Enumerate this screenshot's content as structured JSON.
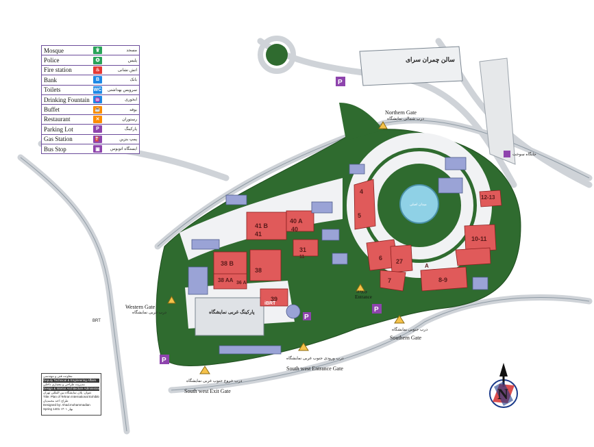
{
  "legend": [
    {
      "en": "Mosque",
      "fa": "مسجد",
      "icon": "mosque-icon",
      "glyph": "۩",
      "color": "#2aa35a"
    },
    {
      "en": "Police",
      "fa": "پلیس",
      "icon": "police-icon",
      "glyph": "✪",
      "color": "#2aa35a"
    },
    {
      "en": "Fire station",
      "fa": "آتش نشانی",
      "icon": "fire-station-icon",
      "glyph": "♨",
      "color": "#e53935"
    },
    {
      "en": "Bank",
      "fa": "بانک",
      "icon": "bank-icon",
      "glyph": "B",
      "color": "#1e88e5"
    },
    {
      "en": "Toilets",
      "fa": "سرویس بهداشتی",
      "icon": "toilet-icon",
      "glyph": "WC",
      "color": "#1e88e5"
    },
    {
      "en": "Drinking Fountain",
      "fa": "آبخوری",
      "icon": "drinking-fountain-icon",
      "glyph": "♒",
      "color": "#1e88e5"
    },
    {
      "en": "Buffet",
      "fa": "بوفه",
      "icon": "buffet-icon",
      "glyph": "☕",
      "color": "#fb8c00"
    },
    {
      "en": "Restaurant",
      "fa": "رستوران",
      "icon": "restaurant-icon",
      "glyph": "✕",
      "color": "#fb8c00"
    },
    {
      "en": "Parking Lot",
      "fa": "پارکینگ",
      "icon": "parking-icon",
      "glyph": "P",
      "color": "#8e44ad"
    },
    {
      "en": "Gas Station",
      "fa": "پمپ بنزین",
      "icon": "gas-station-icon",
      "glyph": "⛽",
      "color": "#8e44ad"
    },
    {
      "en": "Bus Stop",
      "fa": "ایستگاه اتوبوس",
      "icon": "bus-stop-icon",
      "glyph": "▣",
      "color": "#8e44ad"
    }
  ],
  "gates": {
    "northern": {
      "en": "Northern Gate",
      "fa": "درب شمالی نمایشگاه"
    },
    "western": {
      "en": "Western Gate",
      "fa": "درب غربی نمایشگاه"
    },
    "southern": {
      "en": "Southern Gate",
      "fa": "درب جنوبی نمایشگاه"
    },
    "sw_exit": {
      "en": "South west Exit Gate",
      "fa": "درب خروج جنوب غربی نمایشگاه"
    },
    "sw_entrance": {
      "en": "South west Entrance Gate",
      "fa": "درب ورودی جنوب غربی نمایشگاه"
    },
    "entrance": {
      "en": "Entrance",
      "fa": "ورودی"
    }
  },
  "labels": {
    "chamran_hotel": "سالن چمران سرای",
    "main_square": "میدان اصلی",
    "west_parking": "پارکینگ غربی نمایشگاه",
    "brt": "BRT",
    "ibrt": "iBRT",
    "gas": "جایگاه سوخت"
  },
  "halls": [
    "5",
    "41 B",
    "40 A",
    "41",
    "40",
    "31",
    "38 B",
    "38 AA",
    "36 A",
    "38",
    "39",
    "11",
    "27",
    "6",
    "7",
    "8-9",
    "10-11",
    "12-13",
    "4",
    "A"
  ],
  "credits": [
    "معاونت فنی و مهندسی",
    "Deputy Technical & Engineering Affairs",
    "مدیریت طراحی و معماری داخلی",
    "Design & Interior Architecture Administration",
    "عنوان: پلان نمایشگاه بین المللی تهران",
    "Title: Plan of Tehran International Exhibition Co.",
    "طراح: احد محمدیان",
    "Designed by: Ahad.mohammadian",
    "Spring 1401   بهار ۱۴۰۱"
  ],
  "compass": "N"
}
